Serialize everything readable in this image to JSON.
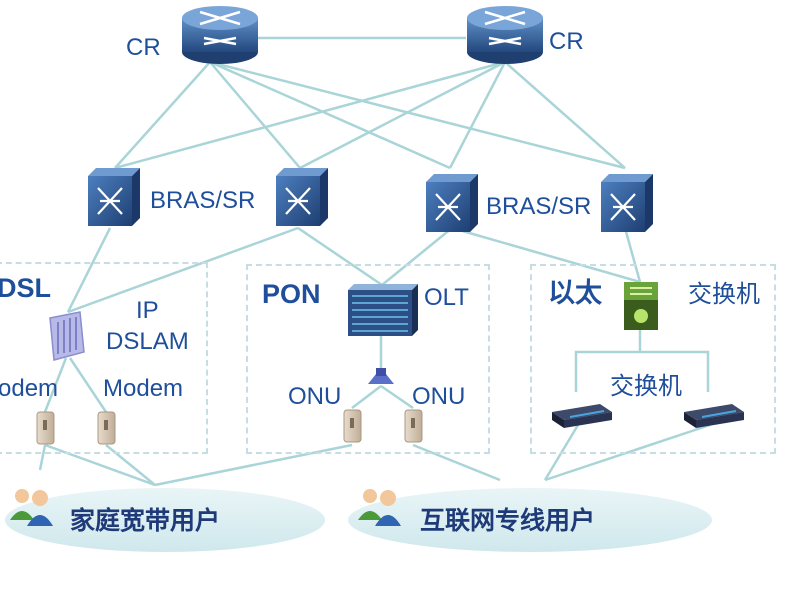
{
  "core": {
    "left_label": "CR",
    "right_label": "CR"
  },
  "aggregation": {
    "left_label": "BRAS/SR",
    "right_label": "BRAS/SR"
  },
  "access": {
    "dsl": {
      "title": "DSL",
      "dslam_label_line1": "IP",
      "dslam_label_line2": "DSLAM",
      "modem_left_label": "odem",
      "modem_right_label": "Modem"
    },
    "pon": {
      "title": "PON",
      "olt_label": "OLT",
      "onu_left_label": "ONU",
      "onu_right_label": "ONU"
    },
    "ethernet": {
      "title": "以太",
      "top_switch_label": "交换机",
      "lower_switch_label": "交换机"
    }
  },
  "users": {
    "home_label": "家庭宽带用户",
    "leased_line_label": "互联网专线用户"
  },
  "colors": {
    "link": "#a9d4d8",
    "router_body": "#2f5f9a",
    "text": "#1f4e9a",
    "user_ellipse": "#dbeef1"
  }
}
